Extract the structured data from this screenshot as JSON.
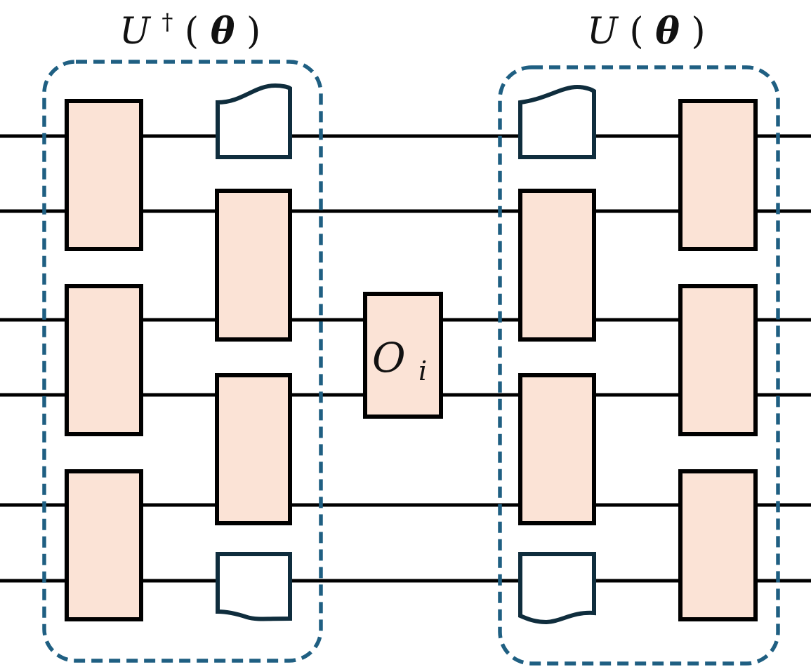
{
  "diagram": {
    "left_block": {
      "label_main": "U",
      "label_sup": "†",
      "label_open": "(",
      "label_param": "θ",
      "label_close": ")"
    },
    "right_block": {
      "label_main": "U",
      "label_open": "(",
      "label_param": "θ",
      "label_close": ")"
    },
    "observable": {
      "label_main": "O",
      "label_sub": "i"
    },
    "wire_count": 6,
    "colors": {
      "gate_fill": "#fbe3d6",
      "gate_stroke": "#000000",
      "block_outline": "#1f5f82",
      "cut_gate_stroke": "#0f2d3d",
      "wire": "#000000"
    }
  }
}
